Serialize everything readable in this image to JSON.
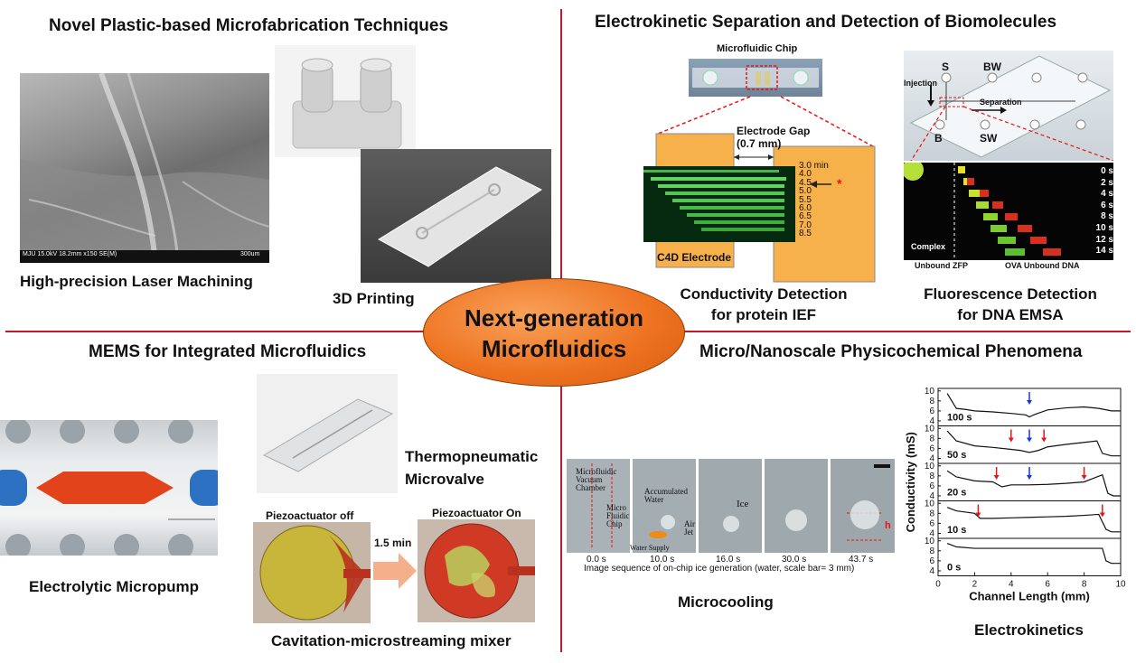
{
  "center": {
    "line1": "Next-generation",
    "line2": "Microfluidics"
  },
  "q1": {
    "title": "Novel Plastic-based Microfabrication Techniques",
    "sem_label": "MJU 15.0kV 18.2mm x150 SE(M)",
    "sem_scale": "300um",
    "cap_laser": "High-precision  Laser Machining",
    "cap_3d": "3D Printing"
  },
  "q2": {
    "title": "Electrokinetic Separation and Detection of Biomolecules",
    "chip_label": "Microfluidic Chip",
    "gap_label1": "Electrode Gap",
    "gap_label2": "(0.7 mm)",
    "c4d_label": "C4D Electrode",
    "times": [
      "3.0 min",
      "4.0",
      "4.5",
      "5.0",
      "5.5",
      "6.0",
      "6.5",
      "7.0",
      "8.5"
    ],
    "cap_cond1": "Conductivity  Detection",
    "cap_cond2": "for protein IEF",
    "chip2": {
      "s": "S",
      "bw": "BW",
      "b": "B",
      "sw": "SW",
      "injection": "Injection",
      "separation": "Separation"
    },
    "fluor_times": [
      "0 s",
      "2 s",
      "4 s",
      "6 s",
      "8 s",
      "10 s",
      "12 s",
      "14 s"
    ],
    "complex": "Complex",
    "unbound_zfp": "Unbound ZFP",
    "ova_dna": "OVA Unbound DNA",
    "cap_fluor1": "Fluorescence Detection",
    "cap_fluor2": "for DNA EMSA"
  },
  "q3": {
    "title": "MEMS for Integrated Microfluidics",
    "cap_pump": "Electrolytic  Micropump",
    "cap_valve1": "Thermopneumatic",
    "cap_valve2": "Microvalve",
    "piezo_off": "Piezoactuator off",
    "piezo_on": "Piezoactuator On",
    "arrow_time": "1.5 min",
    "cap_mixer": "Cavitation-microstreaming  mixer"
  },
  "q4": {
    "title": "Micro/Nanoscale Physicochemical Phenomena",
    "frame_times": [
      "0.0 s",
      "10.0 s",
      "16.0 s",
      "30.0 s",
      "43.7 s"
    ],
    "lbl_chamber": "Microfluidic Vacuum Chamber",
    "lbl_chip": "Micro Fluidic Chip",
    "lbl_water": "Accumulated Water",
    "lbl_ice": "Ice",
    "lbl_air": "Air Jet",
    "lbl_supply": "Water Supply",
    "lbl_h": "h",
    "seq_caption": "Image sequence of on-chip ice generation (water, scale bar= 3 mm)",
    "cap_cool": "Microcooling",
    "cap_ek": "Electrokinetics"
  },
  "chart_data": {
    "type": "line",
    "xlabel": "Channel Length (mm)",
    "ylabel": "Conductivity (mS)",
    "xlim": [
      0,
      10
    ],
    "x_ticks": [
      "0",
      "2",
      "4",
      "6",
      "8",
      "10"
    ],
    "y_ticks": [
      "4",
      "6",
      "8",
      "10"
    ],
    "panels": [
      {
        "name": "100 s",
        "x": [
          0.5,
          1.0,
          1.5,
          2.0,
          3.0,
          4.0,
          4.8,
          5.0,
          5.3,
          6.0,
          7.0,
          8.0,
          8.8,
          9.5,
          10.0
        ],
        "y": [
          9.5,
          6.5,
          6.3,
          6.0,
          5.8,
          5.5,
          5.2,
          4.8,
          5.3,
          6.2,
          6.6,
          6.8,
          6.5,
          6.0,
          6.0
        ],
        "arrows": [
          {
            "x": 5.0,
            "color": "blue"
          }
        ]
      },
      {
        "name": "50 s",
        "x": [
          0.5,
          1.0,
          2.0,
          3.0,
          4.0,
          4.5,
          5.0,
          5.5,
          6.0,
          7.0,
          8.0,
          8.7,
          9.0,
          9.5,
          10.0
        ],
        "y": [
          9.5,
          7.5,
          6.5,
          6.2,
          5.8,
          5.6,
          5.2,
          5.6,
          6.3,
          6.8,
          7.2,
          7.5,
          5.0,
          4.5,
          4.5
        ],
        "arrows": [
          {
            "x": 4.0,
            "color": "red"
          },
          {
            "x": 5.0,
            "color": "blue"
          },
          {
            "x": 5.8,
            "color": "red"
          }
        ]
      },
      {
        "name": "20 s",
        "x": [
          0.5,
          1.0,
          2.0,
          3.0,
          3.5,
          4.0,
          5.0,
          6.0,
          7.0,
          8.0,
          8.5,
          9.0,
          9.3,
          9.6,
          10.0
        ],
        "y": [
          9.0,
          7.8,
          7.0,
          6.8,
          5.8,
          6.2,
          6.2,
          6.3,
          6.5,
          6.8,
          7.5,
          8.2,
          4.5,
          4.0,
          4.0
        ],
        "arrows": [
          {
            "x": 3.2,
            "color": "red"
          },
          {
            "x": 5.0,
            "color": "blue"
          },
          {
            "x": 8.0,
            "color": "red"
          }
        ]
      },
      {
        "name": "10 s",
        "x": [
          0.5,
          1.0,
          2.0,
          2.3,
          3.0,
          4.0,
          5.0,
          6.0,
          7.0,
          8.0,
          8.8,
          9.2,
          9.5,
          10.0
        ],
        "y": [
          9.2,
          8.5,
          8.0,
          7.0,
          7.0,
          7.1,
          7.2,
          7.3,
          7.4,
          7.6,
          7.8,
          4.8,
          4.3,
          4.3
        ],
        "arrows": [
          {
            "x": 2.2,
            "color": "red"
          },
          {
            "x": 9.0,
            "color": "red"
          }
        ]
      },
      {
        "name": "0 s",
        "x": [
          0.5,
          1.0,
          2.0,
          4.0,
          6.0,
          8.0,
          9.0,
          9.2,
          9.5,
          10.0
        ],
        "y": [
          9.5,
          8.8,
          8.5,
          8.5,
          8.5,
          8.5,
          8.5,
          6.0,
          5.5,
          5.5
        ],
        "arrows": []
      }
    ]
  }
}
